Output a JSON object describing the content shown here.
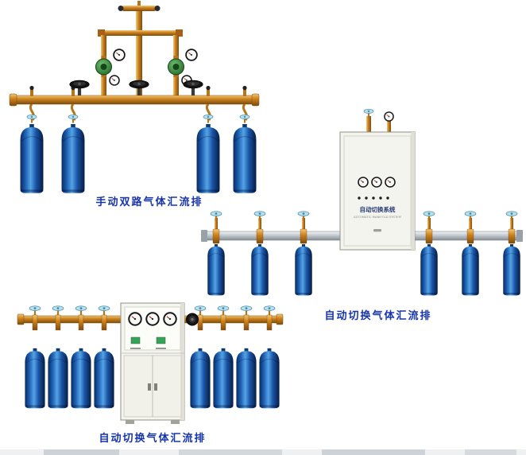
{
  "products": [
    {
      "id": "manual-dual-manifold",
      "caption": "手动双路气体汇流排",
      "cylinders": 4
    },
    {
      "id": "auto-switch-manifold-with-cabinet",
      "caption": "自动切换气体汇流排",
      "cylinders": 6,
      "cabinet": {
        "title": "自动切换系统",
        "subtitle": "AUTOMATIC MANIFOLD SYSTEM"
      }
    },
    {
      "id": "auto-switch-manifold-floor-cabinet",
      "caption": "自动切换气体汇流排",
      "cylinders": 8
    }
  ],
  "colors": {
    "caption_text": "#1634ae",
    "cylinder_blue": "#1d5fb2",
    "brass_pipe": "#cd831f",
    "silver_pipe": "#bcc3c9",
    "valve_cyan": "#b8e4f2",
    "cabinet_body": "#f4f4ef",
    "background": "#ffffff"
  }
}
